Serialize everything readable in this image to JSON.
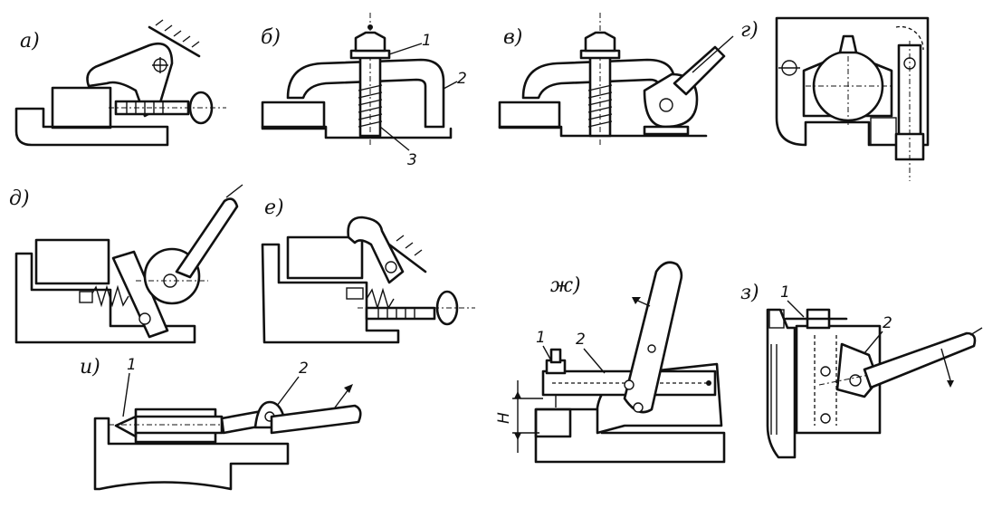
{
  "panels": {
    "a": {
      "label": "а)"
    },
    "b": {
      "label": "б)",
      "part1": "1",
      "part2": "2",
      "part3": "3"
    },
    "v": {
      "label": "в)"
    },
    "g": {
      "label": "г)"
    },
    "d": {
      "label": "д)"
    },
    "e": {
      "label": "е)"
    },
    "zh": {
      "label": "ж)",
      "part1": "1",
      "part2": "2",
      "dim": "H"
    },
    "z": {
      "label": "з)",
      "part1": "1",
      "part2": "2"
    },
    "i": {
      "label": "и)",
      "part1": "1",
      "part2": "2"
    }
  }
}
